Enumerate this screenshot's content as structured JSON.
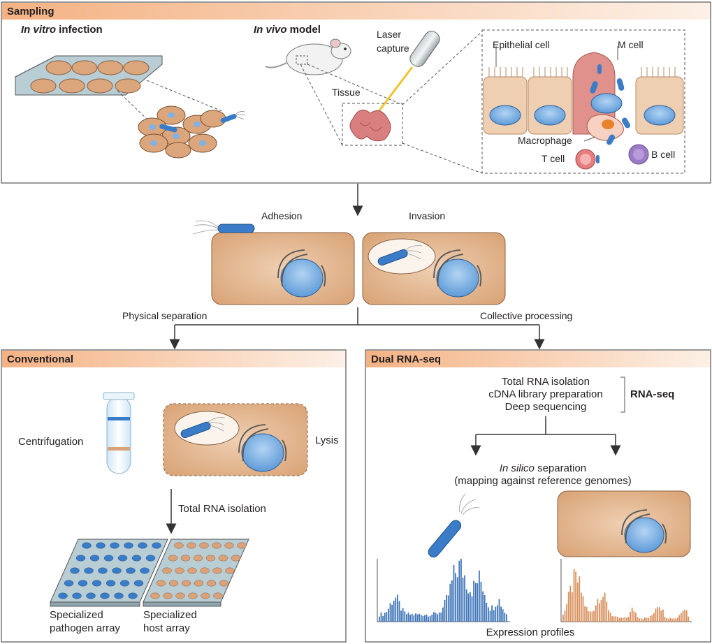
{
  "panels": {
    "sampling": {
      "title": "Sampling",
      "in_vitro_label_italic": "In vitro",
      "in_vitro_label_rest": " infection",
      "in_vivo_label_italic": "In vivo",
      "in_vivo_label_rest": " model",
      "laser_label_1": "Laser",
      "laser_label_2": "capture",
      "tissue_label": "Tissue",
      "epithelial_label": "Epithelial cell",
      "m_cell_label": "M cell",
      "macrophage_label": "Macrophage",
      "t_cell_label": "T cell",
      "b_cell_label": "B cell"
    },
    "middle": {
      "adhesion_label": "Adhesion",
      "invasion_label": "Invasion",
      "physical_separation_label": "Physical separation",
      "collective_processing_label": "Collective processing"
    },
    "conventional": {
      "title": "Conventional",
      "centrifugation_label": "Centrifugation",
      "lysis_label": "Lysis",
      "total_rna_label": "Total RNA isolation",
      "pathogen_array_label_1": "Specialized",
      "pathogen_array_label_2": "pathogen array",
      "host_array_label_1": "Specialized",
      "host_array_label_2": "host array"
    },
    "dual": {
      "title": "Dual RNA-seq",
      "step_1": "Total RNA isolation",
      "step_2": "cDNA library preparation",
      "step_3": "Deep sequencing",
      "rnaseq_label": "RNA-seq",
      "in_silico_italic": "In silico",
      "in_silico_rest": " separation",
      "mapping_label": "(mapping against reference genomes)",
      "expression_label": "Expression profiles"
    }
  },
  "colors": {
    "header_gradient_start": "#f4b283",
    "header_gradient_end": "#fdf0e6",
    "cell_fill": "#dba67c",
    "nucleus_fill": "#7fb2e5",
    "bacterium_fill": "#3a7cc7",
    "pathogen_profile": "#3f74b8",
    "host_profile": "#d9915e",
    "arrow": "#333333"
  }
}
